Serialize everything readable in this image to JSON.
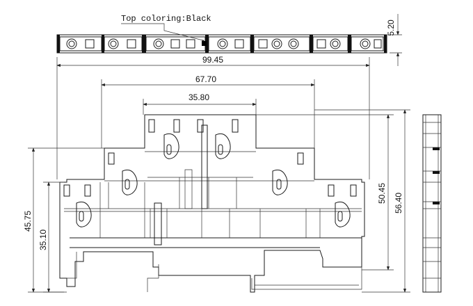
{
  "annotation": {
    "top_coloring": "Top coloring:Black"
  },
  "dimensions": {
    "strip_height": "5.20",
    "overall_width": "99.45",
    "middle_width": "67.70",
    "top_width": "35.80",
    "left_height_outer": "45.75",
    "left_height_inner": "35.10",
    "right_height_inner": "50.45",
    "right_height_outer": "56.40"
  },
  "colors": {
    "line": "#1a1a1a",
    "background": "#ffffff",
    "marker": "#000000"
  }
}
